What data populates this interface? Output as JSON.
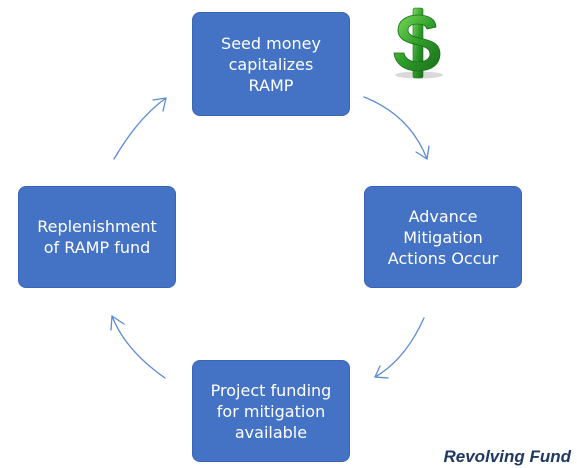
{
  "diagram": {
    "nodes": {
      "top": {
        "lines": [
          "Seed money",
          "capitalizes",
          "RAMP"
        ]
      },
      "right": {
        "lines": [
          "Advance",
          "Mitigation",
          "Actions Occur"
        ]
      },
      "bottom": {
        "lines": [
          "Project funding",
          "for mitigation",
          "available"
        ]
      },
      "left": {
        "lines": [
          "Replenishment",
          "of RAMP fund"
        ]
      }
    },
    "caption": "Revolving Fund",
    "icon": "dollar-sign-icon",
    "colors": {
      "box_fill": "#4472c4",
      "arrow": "#5b8bd6",
      "dollar_green": "#2e9d2a",
      "caption": "#1f3864"
    }
  }
}
